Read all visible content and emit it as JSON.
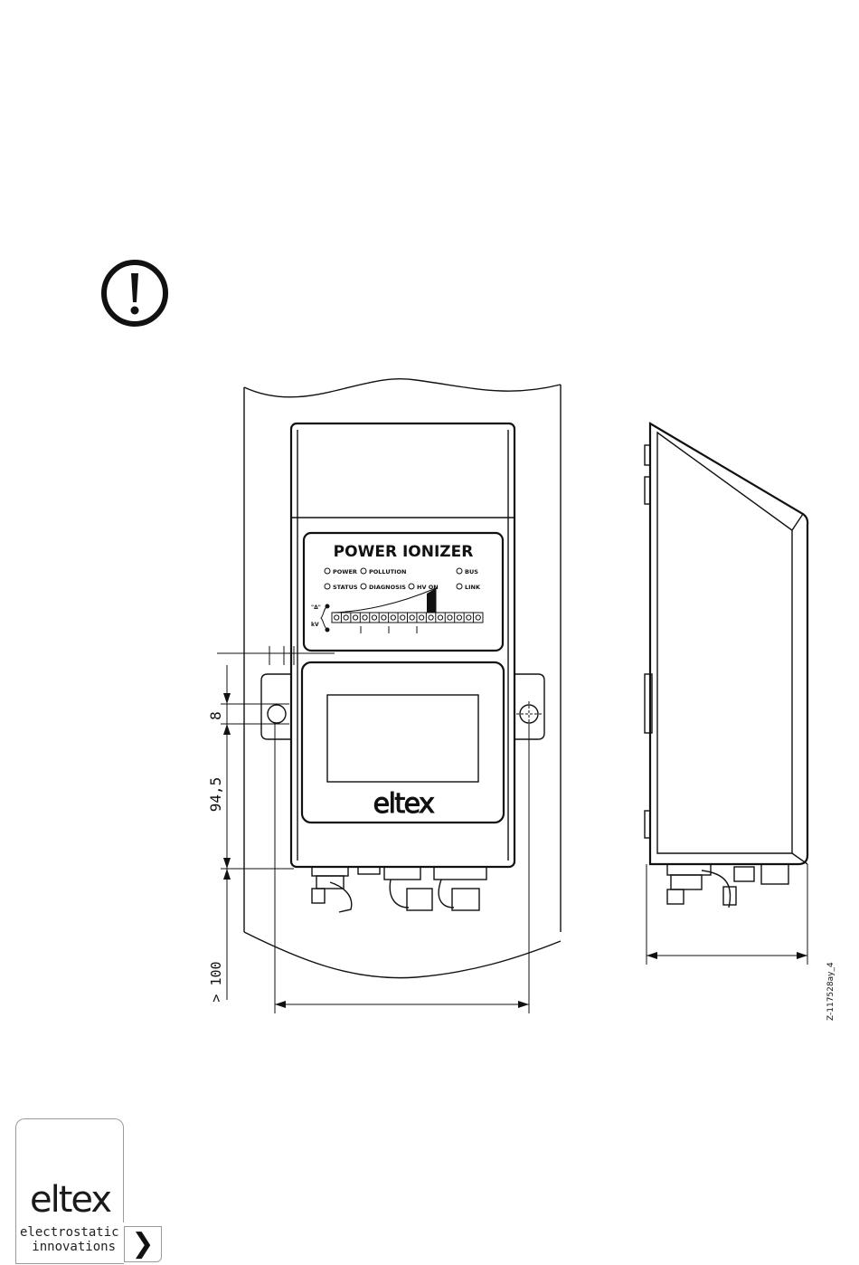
{
  "drawing": {
    "panel_title": "POWER IONIZER",
    "indicators": {
      "power": "POWER",
      "pollution": "POLLUTION",
      "bus": "BUS",
      "status": "STATUS",
      "diagnosis": "DIAGNOSIS",
      "hv_on": "HV ON",
      "link": "LINK"
    },
    "scale_labels": {
      "upper": "\"Δ\"",
      "lower": "kV"
    },
    "device_logo": "eltex",
    "dimensions": {
      "hole": "8",
      "height": "94,5",
      "clearance": "> 100"
    },
    "drawing_id": "Z-117528ay_4"
  },
  "brand": {
    "logo": "eltex",
    "tagline_line1": "electrostatic",
    "tagline_line2": "innovations",
    "arrow": "❯"
  },
  "icons": {
    "warning": "exclamation-circle-icon"
  }
}
